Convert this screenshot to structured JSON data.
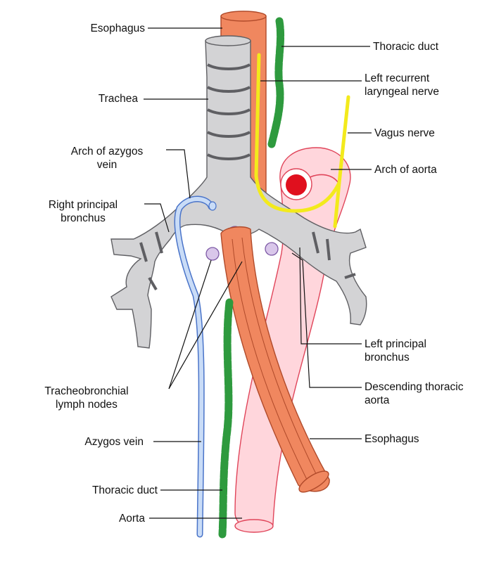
{
  "colors": {
    "esophagus": "#f0875f",
    "esophagus_edge": "#b04a2a",
    "trachea": "#d3d3d5",
    "trachea_edge": "#5f5f63",
    "aorta": "#ffd6dc",
    "aorta_edge": "#e0455a",
    "aorta_lumen": "#e0101e",
    "azygos": "#c9dcf7",
    "azygos_edge": "#4a74c9",
    "thoracic_duct": "#a8dfa4",
    "thoracic_duct_edge": "#2e9a3e",
    "nerve": "#f3ea1c",
    "nerve_edge": "#8f8a00",
    "lymph_node": "#d9c7ea",
    "lymph_node_edge": "#7e5aa6",
    "leader": "#111111"
  },
  "labels": {
    "esophagus_top": "Esophagus",
    "trachea": "Trachea",
    "arch_azygos": [
      "Arch of azygos",
      "vein"
    ],
    "right_bronchus": [
      "Right principal",
      "bronchus"
    ],
    "tracheobronchial": [
      "Tracheobronchial",
      "lymph nodes"
    ],
    "azygos_vein": "Azygos vein",
    "thoracic_duct_bottom": "Thoracic duct",
    "aorta": "Aorta",
    "thoracic_duct_top": "Thoracic duct",
    "left_recurrent": [
      "Left recurrent",
      "laryngeal nerve"
    ],
    "vagus": "Vagus nerve",
    "arch_aorta": "Arch of aorta",
    "left_bronchus": [
      "Left principal",
      "bronchus"
    ],
    "descending_aorta": [
      "Descending thoracic",
      "aorta"
    ],
    "esophagus_bottom": "Esophagus"
  }
}
